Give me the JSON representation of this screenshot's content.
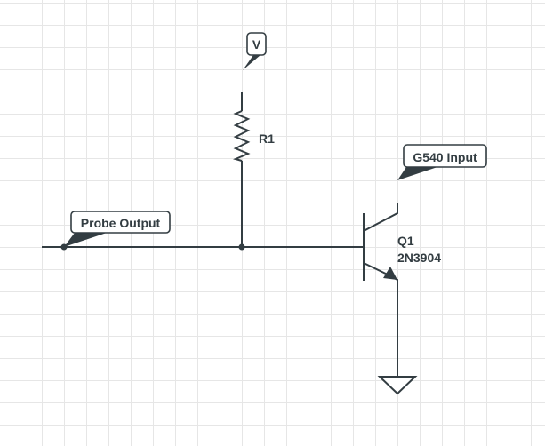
{
  "diagram": {
    "type": "circuit-schematic",
    "colors": {
      "wire": "#333d42",
      "grid": "#e6e6e6",
      "background": "#ffffff"
    },
    "labels": {
      "supply": "V",
      "probe": "Probe Output",
      "g540": "G540 Input"
    },
    "components": {
      "resistor": {
        "designator": "R1"
      },
      "transistor": {
        "designator": "Q1",
        "part": "2N3904",
        "kind": "NPN"
      },
      "ground": {
        "kind": "ground"
      }
    }
  }
}
